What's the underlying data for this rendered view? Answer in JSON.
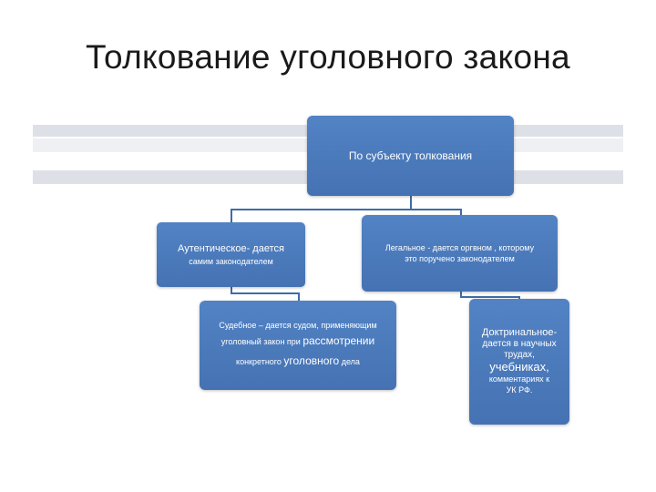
{
  "slide": {
    "title": "Толкование уголовного закона"
  },
  "diagram": {
    "root": {
      "label": "По субъекту толкования"
    },
    "authentic": {
      "line1": "Аутентическое- дается",
      "line2": "самим законодателем"
    },
    "legal": {
      "line1": "Легальное - дается оргвном , которому",
      "line2": "это поручено законодателем"
    },
    "judicial": {
      "line1": "Судебное – дается судом, применяющим",
      "line2a": "уголовный закон при ",
      "line2b": "рассмотрении",
      "line3a": "конкретного ",
      "line3b": "уголовного",
      "line3c": " дела"
    },
    "doctrinal": {
      "line1": "Доктринальное-",
      "line2": "дается в научных",
      "line3": "трудах,",
      "line4": "учебниках,",
      "line5": "комментариях к",
      "line6": "УК РФ."
    }
  }
}
